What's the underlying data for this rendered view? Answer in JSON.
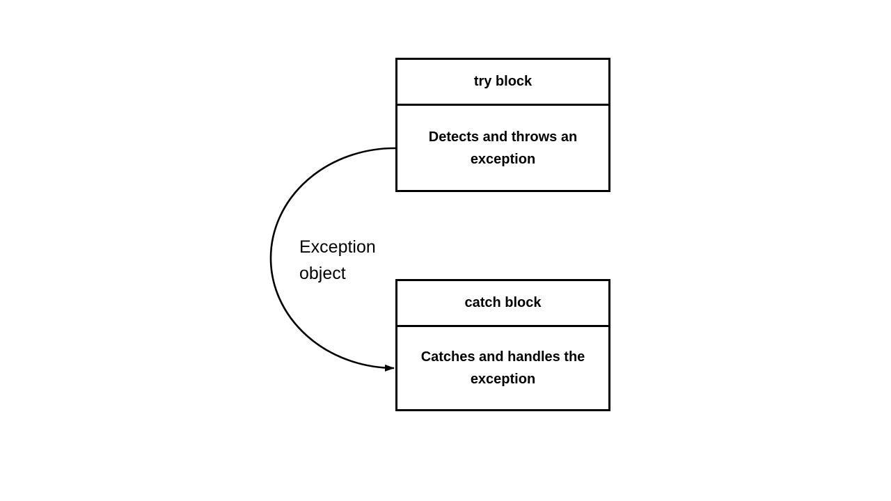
{
  "diagram": {
    "background_color": "#ffffff",
    "stroke_color": "#000000",
    "text_color": "#000000",
    "try_block": {
      "title": "try block",
      "description": "Detects and throws an exception"
    },
    "catch_block": {
      "title": "catch block",
      "description": "Catches and handles the exception"
    },
    "arrow": {
      "label": "Exception object",
      "shape": "left-bulging arc from try block to catch block",
      "head": "arrowhead pointing right into catch block"
    }
  }
}
